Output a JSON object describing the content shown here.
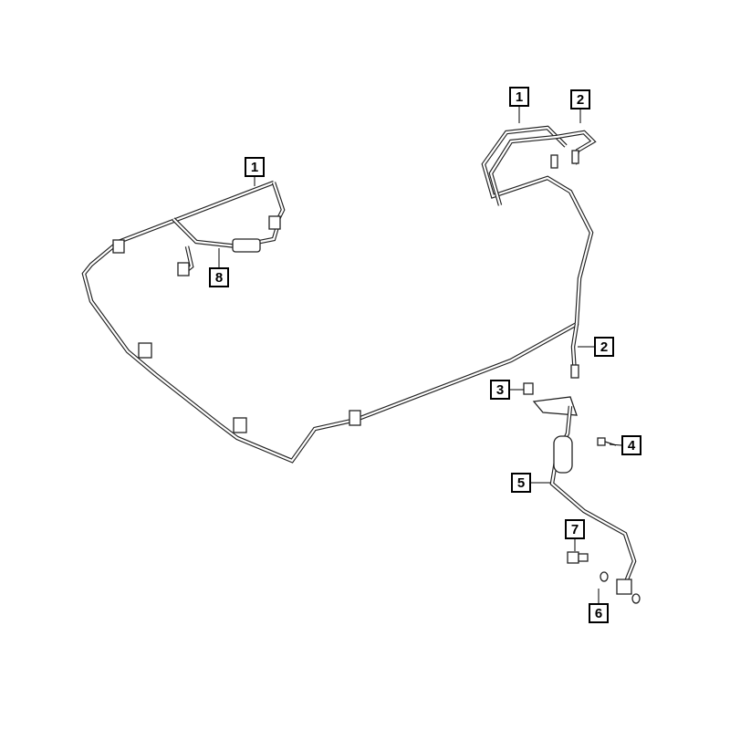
{
  "diagram": {
    "callouts": [
      {
        "id": "c1a",
        "label": "1"
      },
      {
        "id": "c8",
        "label": "8"
      },
      {
        "id": "c1b",
        "label": "1"
      },
      {
        "id": "c2a",
        "label": "2"
      },
      {
        "id": "c2b",
        "label": "2"
      },
      {
        "id": "c3",
        "label": "3"
      },
      {
        "id": "c4",
        "label": "4"
      },
      {
        "id": "c5",
        "label": "5"
      },
      {
        "id": "c7",
        "label": "7"
      },
      {
        "id": "c6",
        "label": "6"
      }
    ],
    "colors": {
      "line": "#222222",
      "background": "#ffffff"
    }
  }
}
